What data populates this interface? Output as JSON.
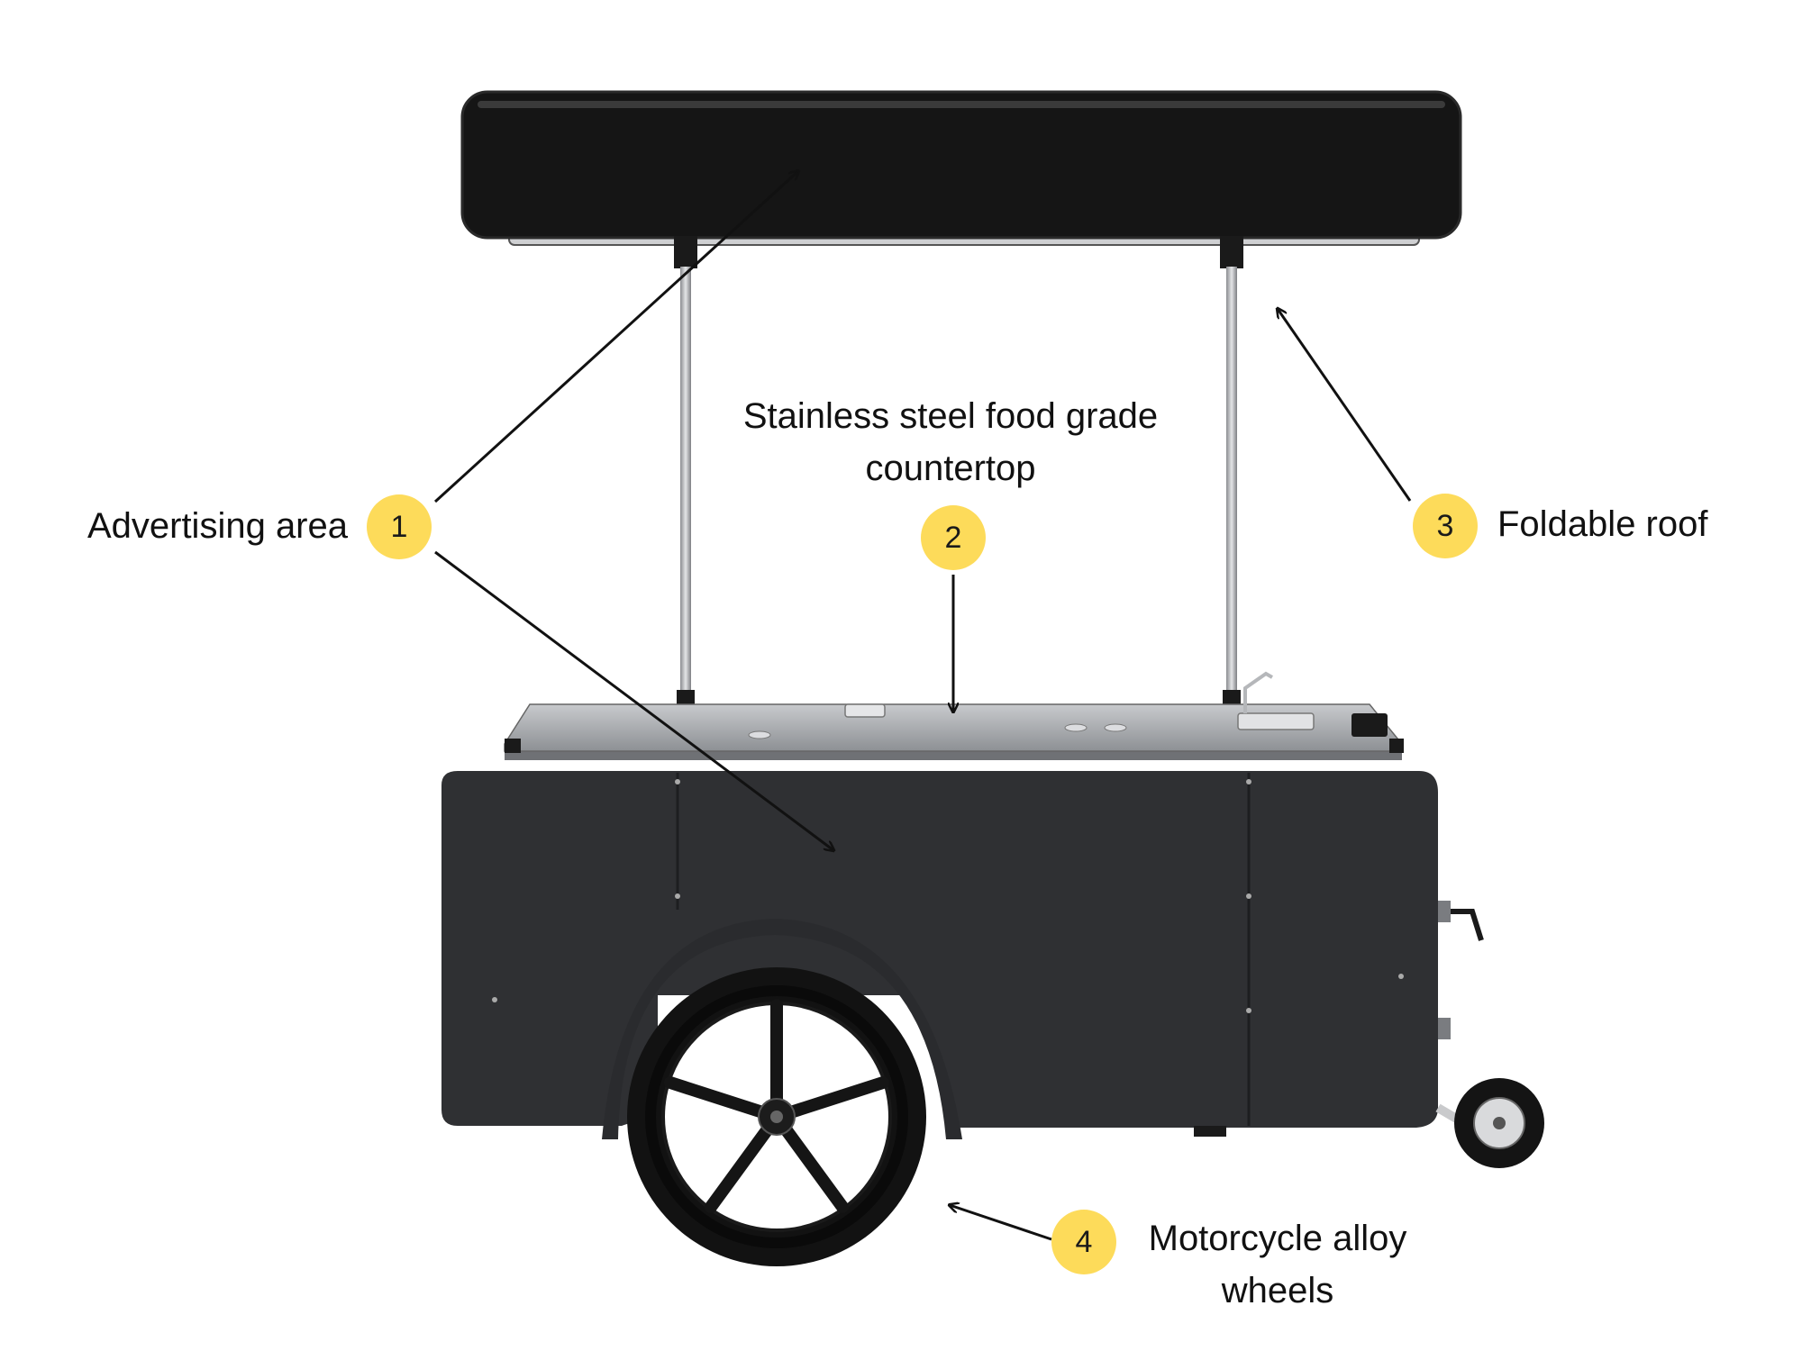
{
  "colors": {
    "badge": "#FDDB5A",
    "cart_black": "#2f3033",
    "canopy_black": "#151515",
    "steel": "#a4a6aa",
    "arrow": "#111111"
  },
  "callouts": [
    {
      "id": "advertising-area",
      "number": "1",
      "lines": [
        "Advertising area"
      ]
    },
    {
      "id": "countertop",
      "number": "2",
      "lines": [
        "Stainless steel food grade",
        "countertop"
      ]
    },
    {
      "id": "foldable-roof",
      "number": "3",
      "lines": [
        "Foldable roof"
      ]
    },
    {
      "id": "alloy-wheels",
      "number": "4",
      "lines": [
        "Motorcycle alloy",
        "wheels"
      ]
    }
  ]
}
